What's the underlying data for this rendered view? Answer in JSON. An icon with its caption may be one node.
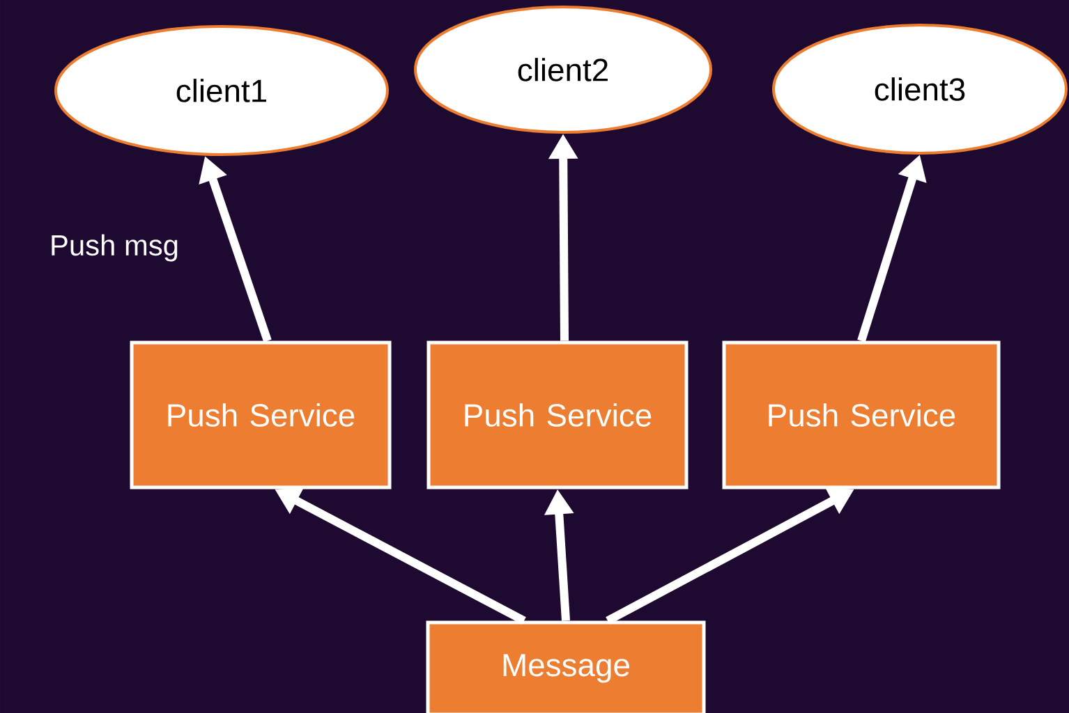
{
  "diagram": {
    "nodes": [
      {
        "text": [
          "client1"
        ]
      },
      {
        "text": [
          "client2"
        ]
      },
      {
        "text": [
          "client3"
        ]
      },
      {
        "text": [
          "Push Service"
        ]
      },
      {
        "text": [
          "Push Service"
        ]
      },
      {
        "text": [
          "Push Service"
        ]
      },
      {
        "text": [
          "Message"
        ]
      }
    ],
    "edges": [
      {
        "from": 3,
        "to": 0,
        "arrow": "to",
        "label": "Push msg"
      },
      {
        "from": 4,
        "to": 1,
        "arrow": "to"
      },
      {
        "from": 5,
        "to": 2,
        "arrow": "to"
      },
      {
        "from": 6,
        "to": 3,
        "arrow": "to"
      },
      {
        "from": 6,
        "to": 4,
        "arrow": "to"
      },
      {
        "from": 6,
        "to": 5,
        "arrow": "to"
      }
    ]
  }
}
